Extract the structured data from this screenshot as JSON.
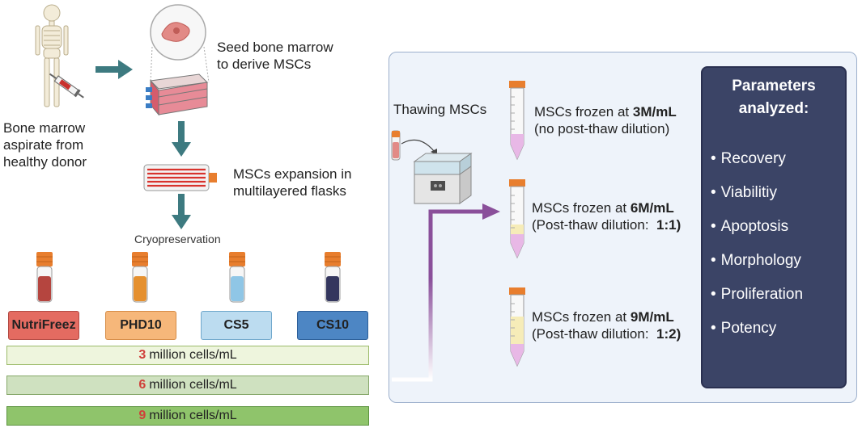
{
  "left": {
    "donor_caption": [
      "Bone marrow",
      "aspirate from",
      "healthy donor"
    ],
    "seed_caption": [
      "Seed bone marrow",
      "to derive MSCs"
    ],
    "expansion_caption": [
      "MSCs expansion in",
      "multilayered flasks"
    ],
    "cryo_caption": "Cryopreservation",
    "media": [
      {
        "label": "NutriFreez",
        "fill": "#e46b61",
        "border": "#b34b44",
        "vial": "#b5453f"
      },
      {
        "label": "PHD10",
        "fill": "#f6b77a",
        "border": "#d68c47",
        "vial": "#e5902f"
      },
      {
        "label": "CS5",
        "fill": "#bcdcf0",
        "border": "#6fa7cc",
        "vial": "#8fc6e6"
      },
      {
        "label": "CS10",
        "fill": "#4d86c4",
        "border": "#2c5e98",
        "vial": "#34365e"
      }
    ],
    "densities": [
      {
        "num": "3",
        "text": "million cells/mL",
        "fill": "#eef5dd",
        "border": "#9cbb6a"
      },
      {
        "num": "6",
        "text": "million cells/mL",
        "fill": "#cfe1c0",
        "border": "#86a86a"
      },
      {
        "num": "9",
        "text": "million cells/mL",
        "fill": "#8fc46b",
        "border": "#5d9440"
      }
    ]
  },
  "right": {
    "thawing_label": "Thawing MSCs",
    "conditions": [
      {
        "line1_prefix": "MSCs frozen at ",
        "line1_bold": "3M/mL",
        "line2": "(no post-thaw dilution)",
        "line2_bold": ""
      },
      {
        "line1_prefix": "MSCs frozen at ",
        "line1_bold": "6M/mL",
        "line2": "(Post-thaw dilution:  ",
        "line2_bold": "1:1)"
      },
      {
        "line1_prefix": "MSCs frozen at ",
        "line1_bold": "9M/mL",
        "line2": "(Post-thaw dilution:  ",
        "line2_bold": "1:2)"
      }
    ],
    "parameters": {
      "title": [
        "Parameters",
        "analyzed:"
      ],
      "items": [
        "Recovery",
        "Viabilitiy",
        "Apoptosis",
        "Morphology",
        "Proliferation",
        "Potency"
      ]
    }
  },
  "colors": {
    "arrow_teal": "#3d7a80",
    "arrow_purple": "#8a4f9a",
    "tube_cap": "#e87e2e"
  }
}
